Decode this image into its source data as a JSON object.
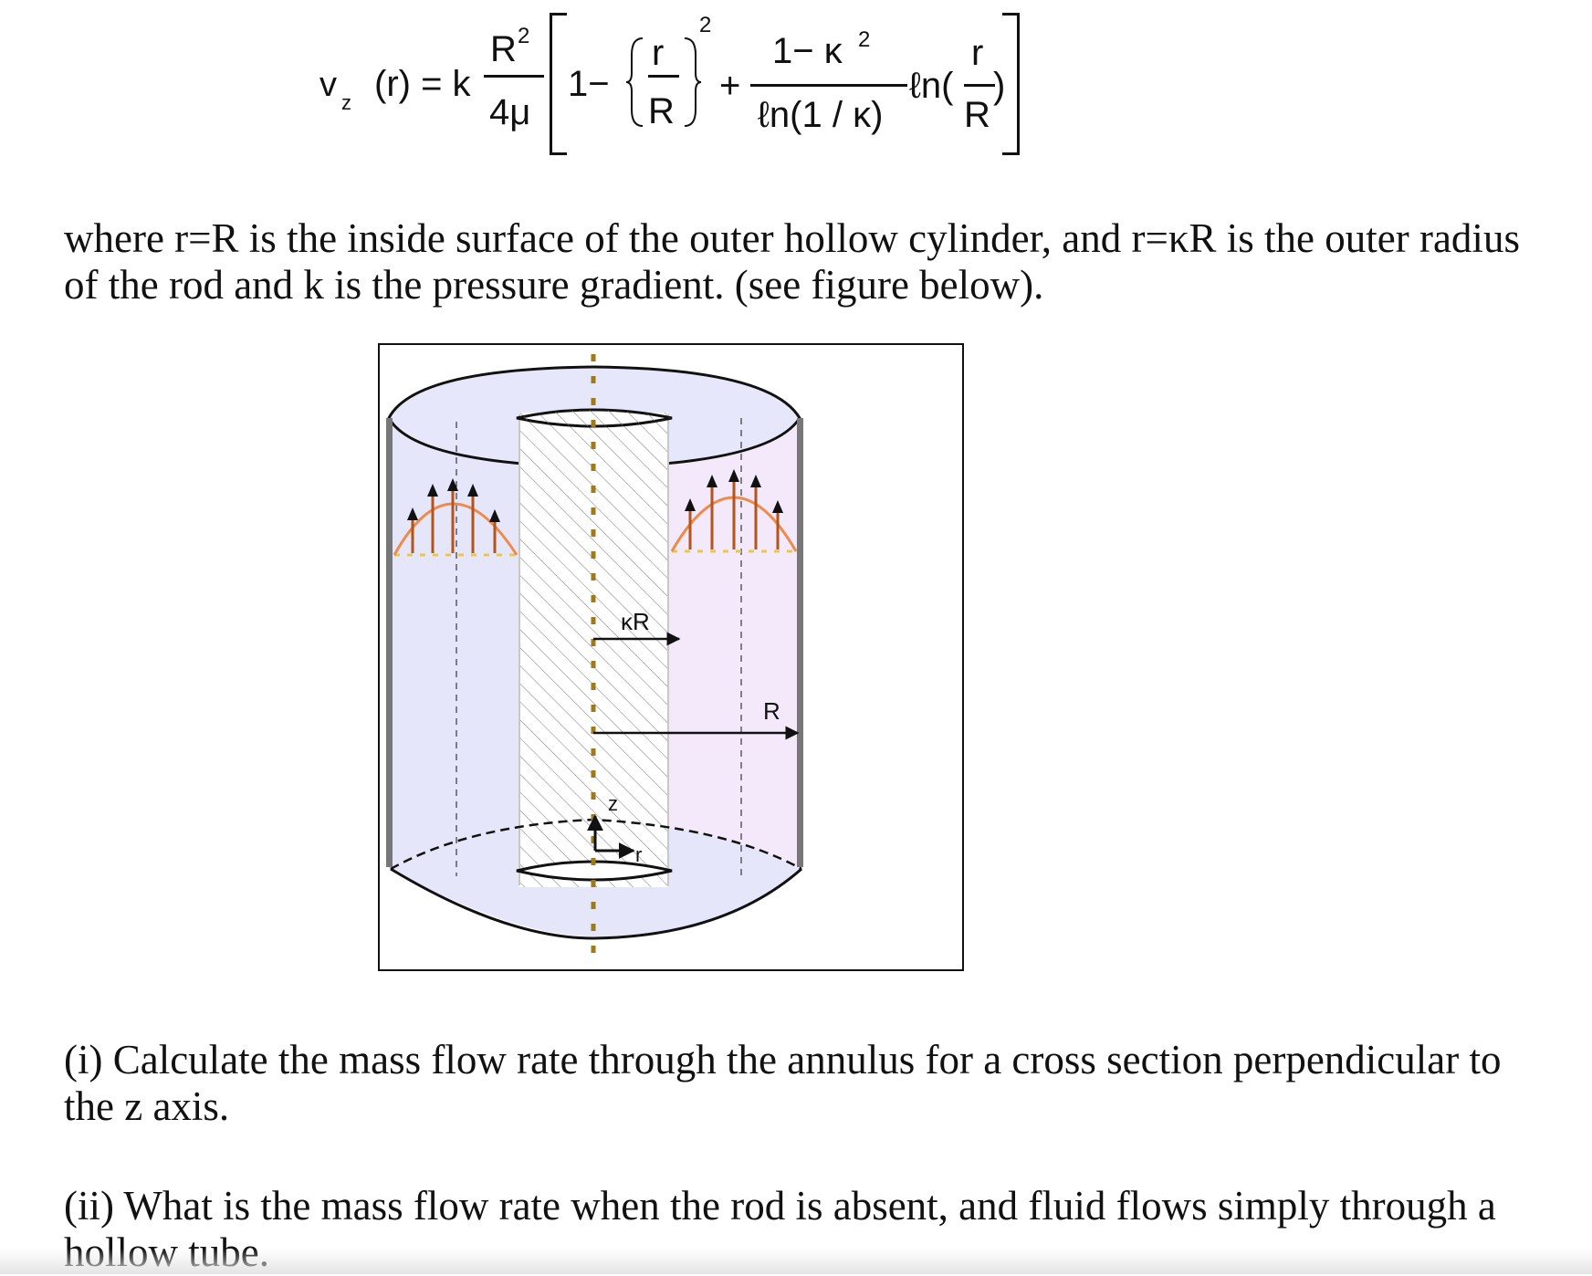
{
  "equation": {
    "lhs_v": "v",
    "lhs_sub": "z",
    "lhs_r": "(r) = k",
    "coef_num": "R",
    "coef_num_exp": "2",
    "coef_den": "4μ",
    "one_minus": "1−",
    "frac_r_num": "r",
    "frac_r_den": "R",
    "outer_exp": "2",
    "plus": "+",
    "kappa_num": "1− κ",
    "kappa_num_exp": "2",
    "kappa_den": "ℓn(1 / κ)",
    "ln_prefix": "ℓn(",
    "ln_num": "r",
    "ln_den": "R",
    "ln_suffix": ")"
  },
  "paragraph_1": {
    "line_1": "where r=R is the inside surface of the outer hollow cylinder, and r=κR is the outer radius",
    "line_2": "of the rod and k is the pressure gradient. (see figure below)."
  },
  "figure": {
    "label_kappa_r": "κR",
    "label_r_big": "R",
    "label_z": "z",
    "label_r_small": "r",
    "colors": {
      "annulus_left": "#e6e6fb",
      "annulus_right": "#f3e9fb",
      "axis": "#9c7a1e",
      "profile_curve": "#f08a4b",
      "arrows": "#b3541b",
      "wall": "#777777"
    }
  },
  "question_1": {
    "line_1": "(i) Calculate  the mass flow rate through the annulus for a cross section perpendicular to",
    "line_2": "the z axis."
  },
  "question_2": {
    "line_1": "(ii) What is the mass flow rate when the rod is absent, and fluid flows simply through a",
    "line_2": "hollow tube."
  }
}
